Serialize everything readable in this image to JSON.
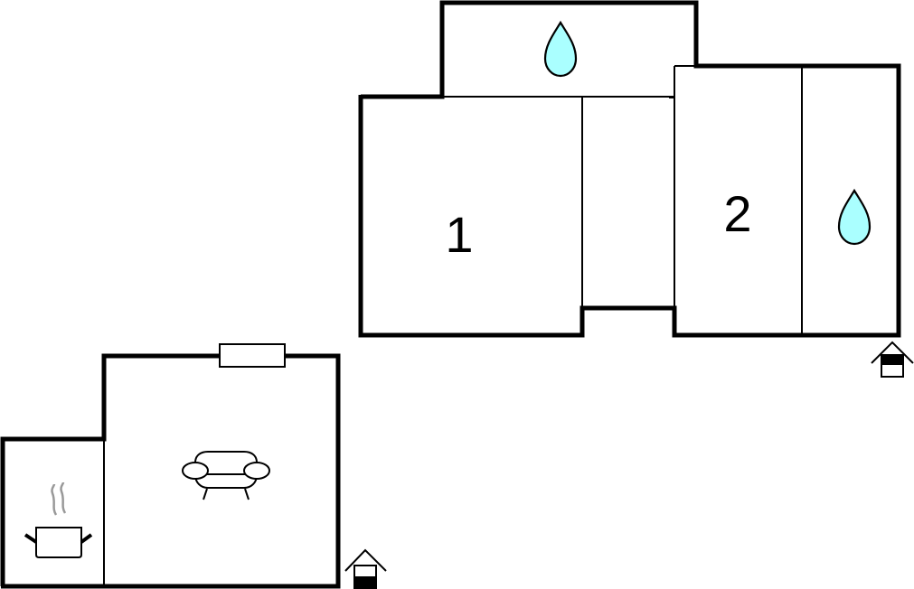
{
  "floorplan": {
    "colors": {
      "wall": "#000000",
      "background": "#ffffff",
      "water": "#aaffff",
      "steam": "#999999"
    },
    "upper_floor": {
      "rooms": [
        {
          "id": "bedroom-1",
          "label": "1"
        },
        {
          "id": "bedroom-2",
          "label": "2"
        },
        {
          "id": "bathroom-top",
          "icon": "water-drop-icon"
        },
        {
          "id": "bathroom-right",
          "icon": "water-drop-icon"
        },
        {
          "id": "hallway"
        }
      ],
      "entrance": {
        "icon": "entrance-house-icon"
      }
    },
    "lower_floor": {
      "rooms": [
        {
          "id": "living-room",
          "icon": "sofa-icon"
        },
        {
          "id": "kitchen",
          "icon": "cooking-pot-icon"
        }
      ],
      "window": {
        "icon": "window-icon"
      },
      "entrance": {
        "icon": "entrance-house-icon"
      }
    }
  }
}
